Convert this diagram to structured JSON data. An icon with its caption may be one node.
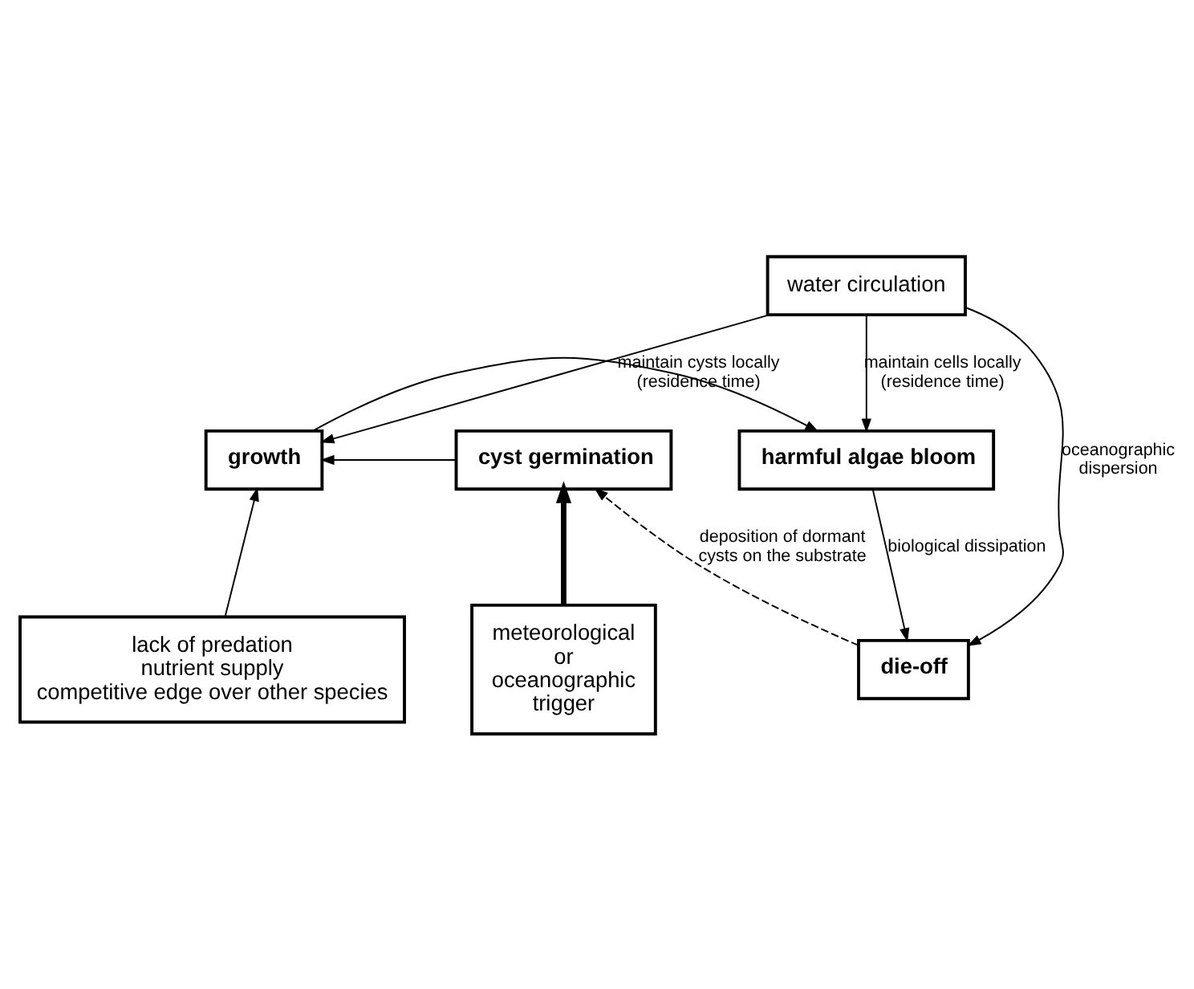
{
  "diagram": {
    "nodes": [
      {
        "text": [
          "water circulation"
        ]
      },
      {
        "text": [
          "cyst germination"
        ]
      },
      {
        "text": [
          "growth"
        ]
      },
      {
        "text": [
          "harmful algae bloom"
        ]
      },
      {
        "text": [
          "die-off"
        ]
      },
      {
        "text": [
          "meteorological or oceanographic trigger"
        ]
      },
      {
        "text": [
          "lack of predation",
          "nutrient supply",
          "competitive edge over other species"
        ]
      }
    ],
    "edges": [
      {
        "from": 1,
        "to": 2,
        "arrow": "to"
      },
      {
        "from": 0,
        "to": 2,
        "arrow": "to",
        "label": "maintain cysts locally (residence time)"
      },
      {
        "from": 2,
        "to": 3,
        "arrow": "to"
      },
      {
        "from": 0,
        "to": 3,
        "arrow": "to",
        "label": "maintain cells locally (residence time)"
      },
      {
        "from": 0,
        "to": 4,
        "arrow": "to",
        "label": "oceanographic dispersion"
      },
      {
        "from": 3,
        "to": 4,
        "arrow": "to",
        "label": "biological dissipation"
      },
      {
        "from": 4,
        "to": 1,
        "arrow": "to",
        "style": "dashed",
        "label": "deposition of dormant cysts on the substrate"
      },
      {
        "from": 5,
        "to": 1,
        "arrow": "to",
        "style": "thick"
      },
      {
        "from": 6,
        "to": 2,
        "arrow": "to"
      }
    ]
  }
}
